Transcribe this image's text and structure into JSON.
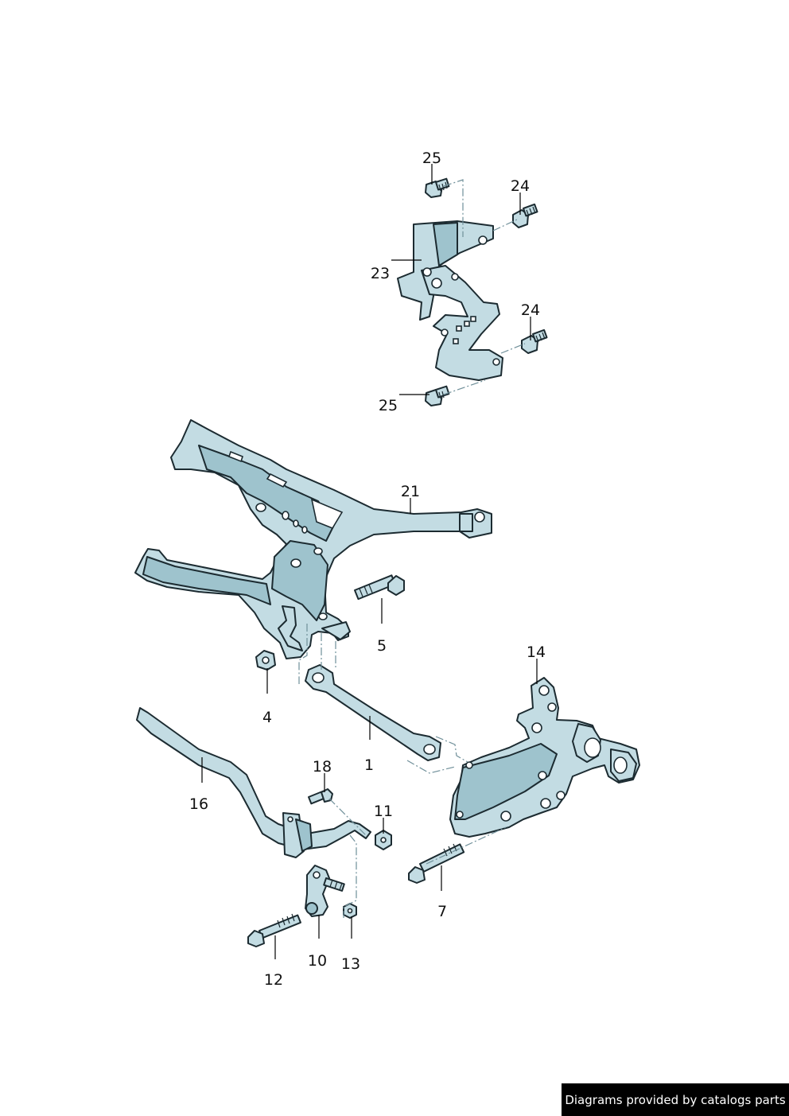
{
  "callouts": {
    "c25a": "25",
    "c24a": "24",
    "c23": "23",
    "c24b": "24",
    "c25b": "25",
    "c21": "21",
    "c5": "5",
    "c4": "4",
    "c14": "14",
    "c1": "1",
    "c18": "18",
    "c16": "16",
    "c11": "11",
    "c7": "7",
    "c10": "10",
    "c13": "13",
    "c12": "12"
  },
  "footer": {
    "text": "Diagrams provided by catalogs parts",
    "background": "#000000",
    "color": "#ffffff"
  },
  "colors": {
    "part_fill": "#c3dce3",
    "part_outline": "#1c2b31"
  }
}
